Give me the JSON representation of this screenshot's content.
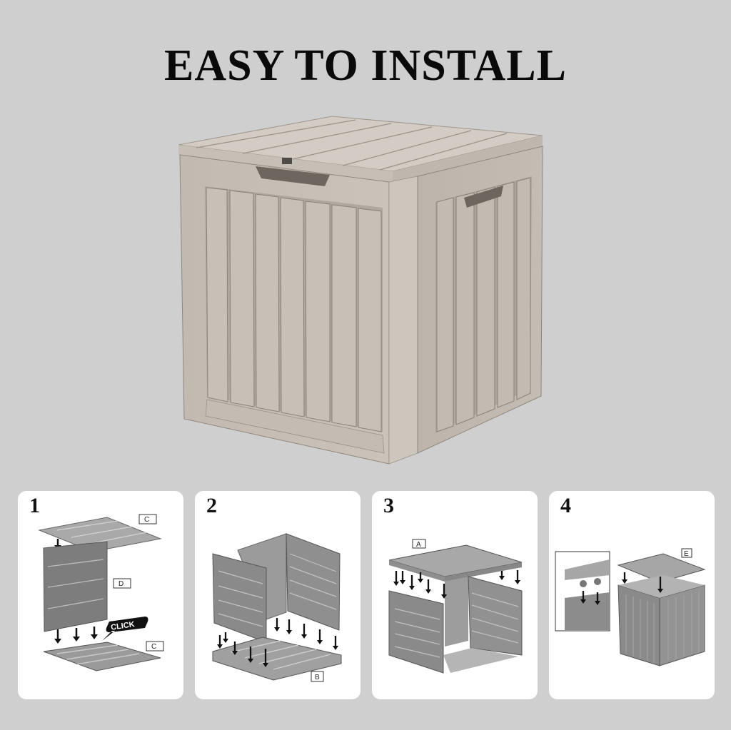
{
  "headline": "EASY TO INSTALL",
  "colors": {
    "background": "#cfcfcf",
    "card_background": "#ffffff",
    "box_body": "#c9c1b8",
    "box_shadow": "#8f877f",
    "diagram_gray": "#8a8a8a"
  },
  "product": {
    "name": "deck-box",
    "description": "Wood-grain textured storage box with flat slatted lid"
  },
  "steps": [
    {
      "number": "1",
      "labels": [
        "C",
        "D",
        "C"
      ],
      "callout": "CLICK"
    },
    {
      "number": "2",
      "labels": [
        "B"
      ]
    },
    {
      "number": "3",
      "labels": [
        "A"
      ]
    },
    {
      "number": "4",
      "labels": [
        "E"
      ]
    }
  ]
}
